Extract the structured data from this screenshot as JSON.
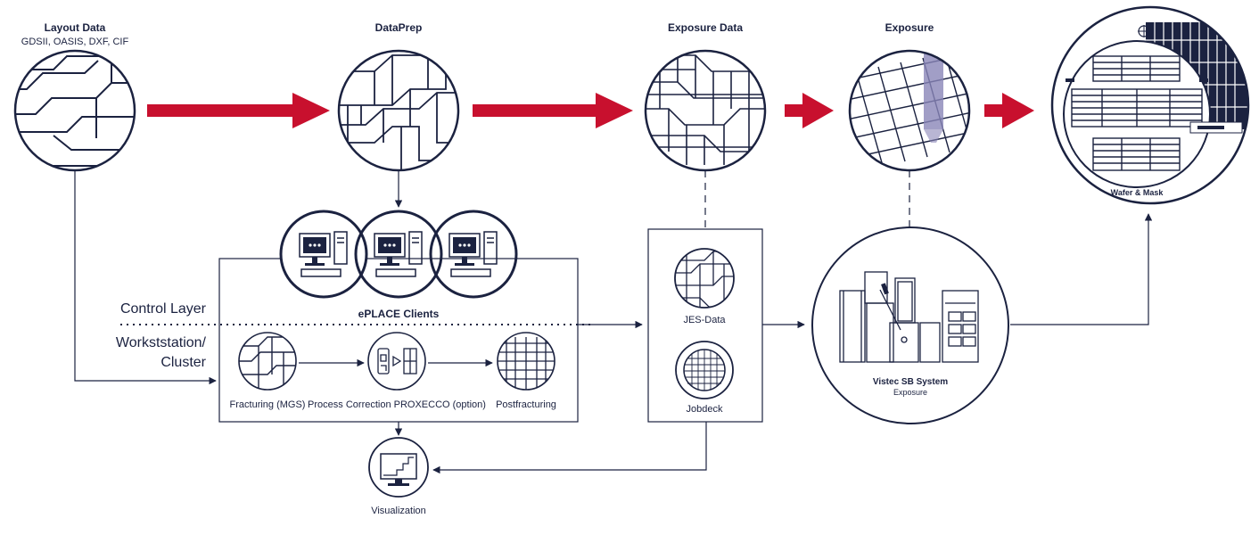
{
  "stages": {
    "layout": {
      "title": "Layout Data",
      "subtitle": "GDSII, OASIS, DXF, CIF"
    },
    "dataprep": {
      "title": "DataPrep"
    },
    "exposure_data": {
      "title": "Exposure Data"
    },
    "exposure": {
      "title": "Exposure"
    },
    "wafer": {
      "label": "Wafer & Mask"
    }
  },
  "eplace": {
    "label": "ePLACE Clients",
    "control_layer": "Control Layer",
    "workstation_line1": "Workststation/",
    "workstation_line2": "Cluster",
    "steps": [
      {
        "label": "Fracturing (MGS)",
        "icon": "fracturing-icon"
      },
      {
        "label": "Process Correction PROXECCO (option)",
        "icon": "process-correction-icon"
      },
      {
        "label": "Postfracturing",
        "icon": "postfracturing-icon"
      }
    ]
  },
  "jobdeck": {
    "jes_label": "JES-Data",
    "jobdeck_label": "Jobdeck"
  },
  "system": {
    "label": "Vistec SB System",
    "sublabel": "Exposure"
  },
  "visualization": {
    "label": "Visualization"
  },
  "colors": {
    "arrow": "#c8102e",
    "ink": "#1b2240",
    "beam": "#8a86b8"
  }
}
